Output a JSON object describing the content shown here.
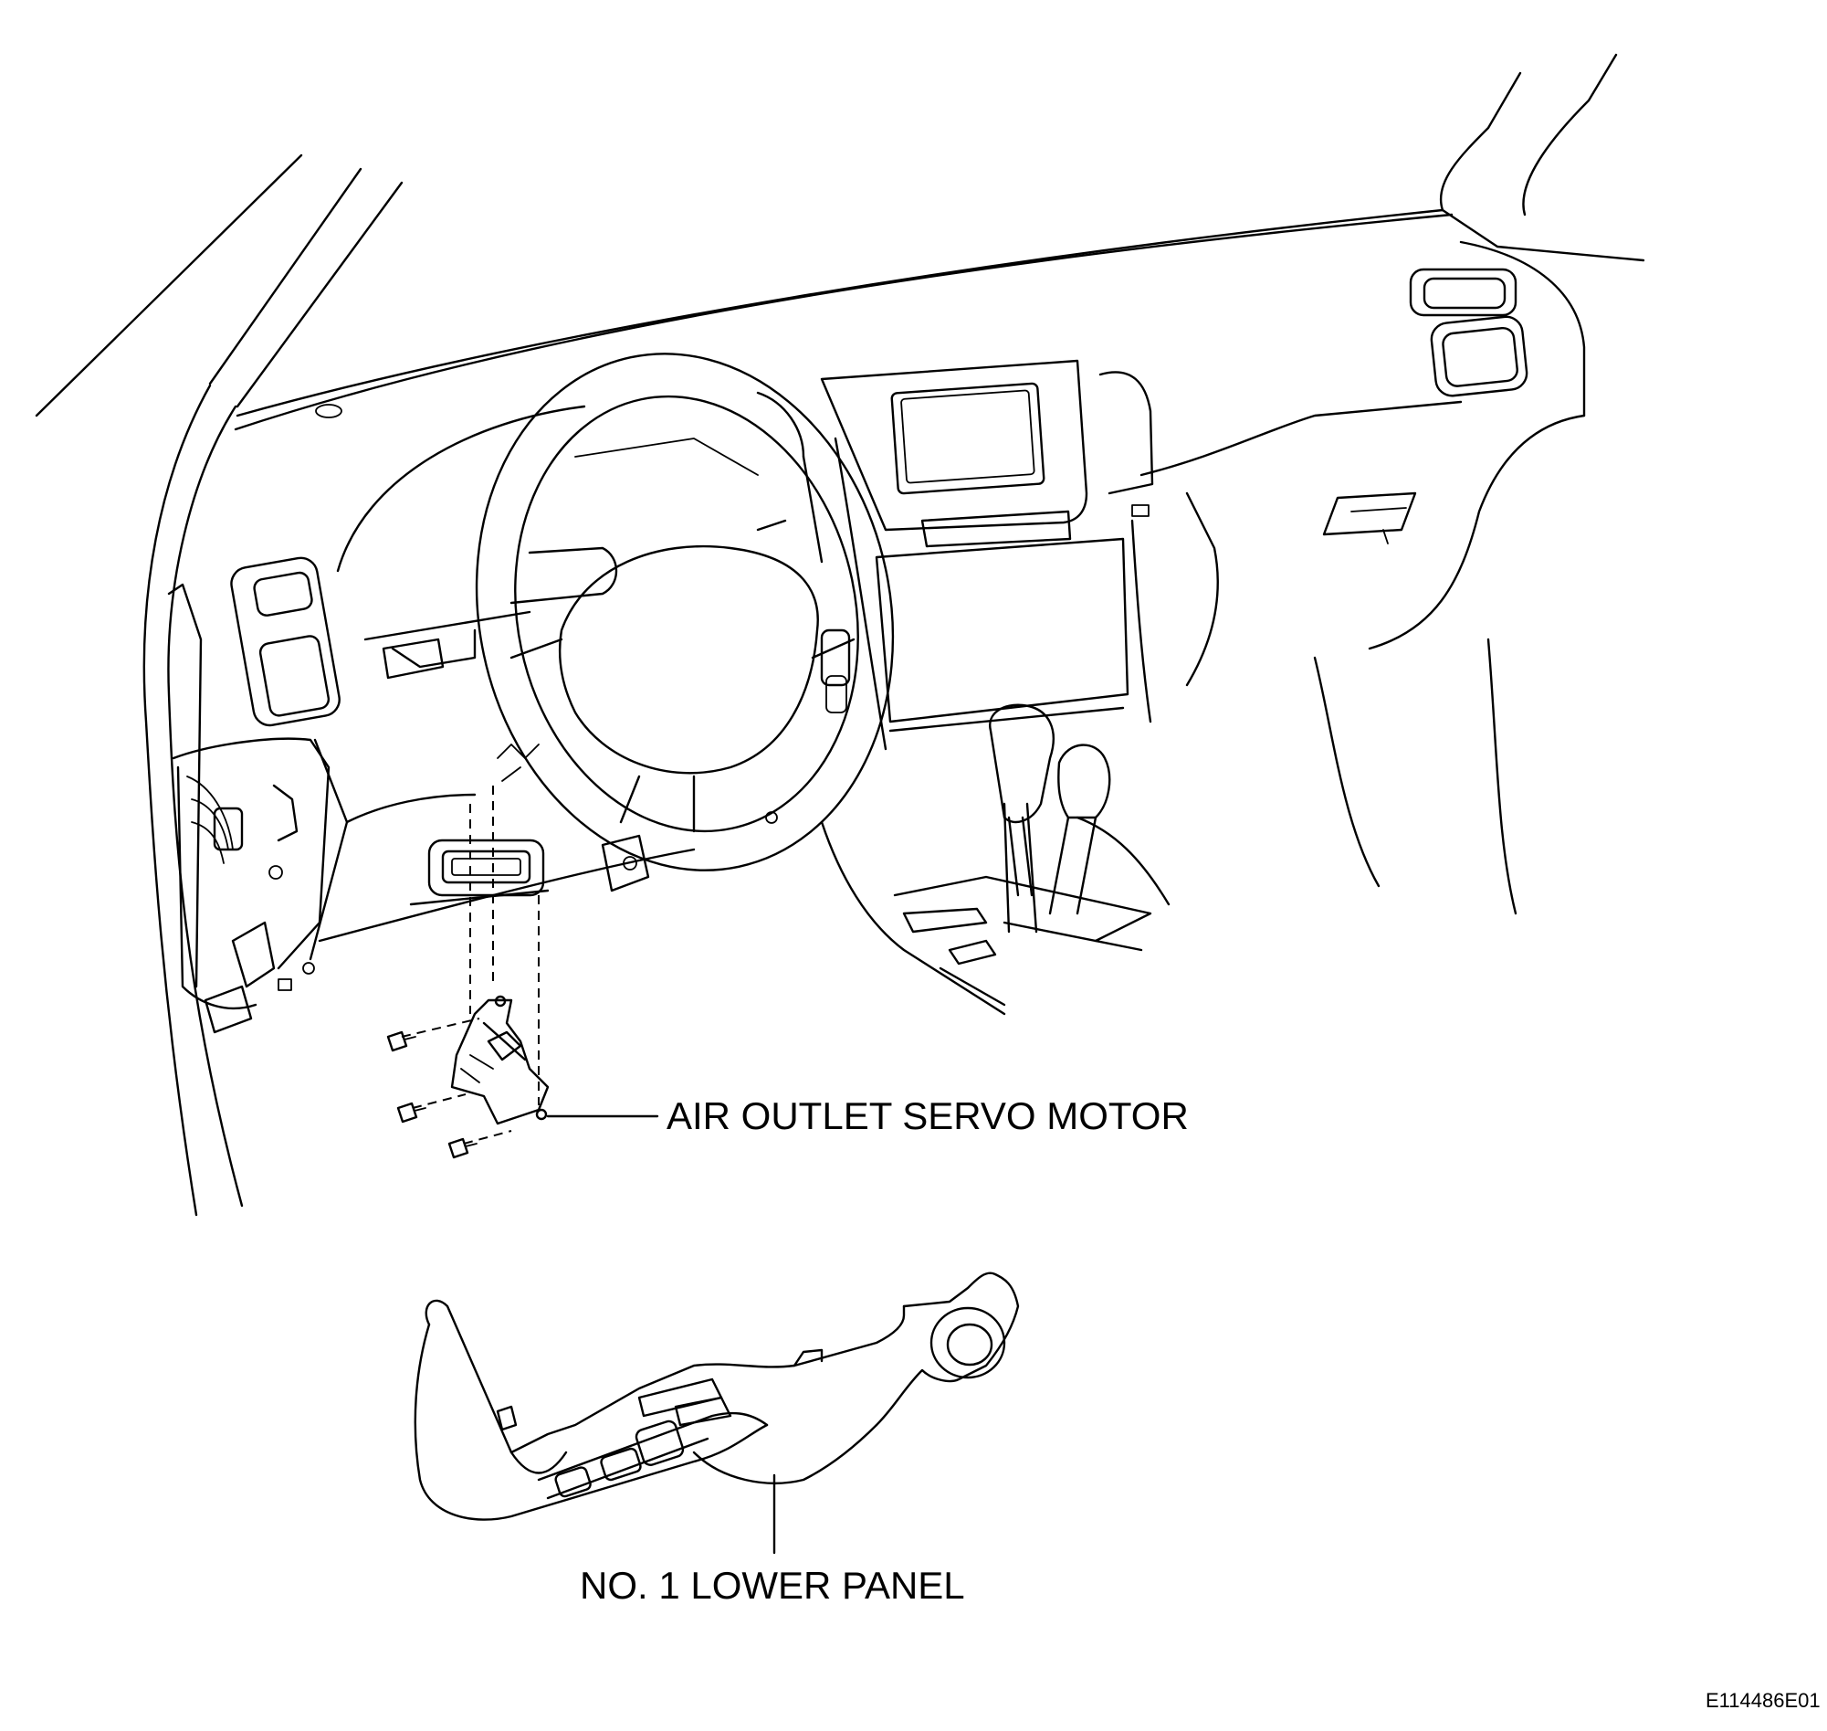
{
  "diagram": {
    "labels": {
      "servo_motor": "AIR OUTLET SERVO MOTOR",
      "lower_panel": "NO. 1 LOWER PANEL"
    },
    "figure_code": "E114486E01"
  },
  "colors": {
    "line": "#000000",
    "background": "#ffffff"
  }
}
